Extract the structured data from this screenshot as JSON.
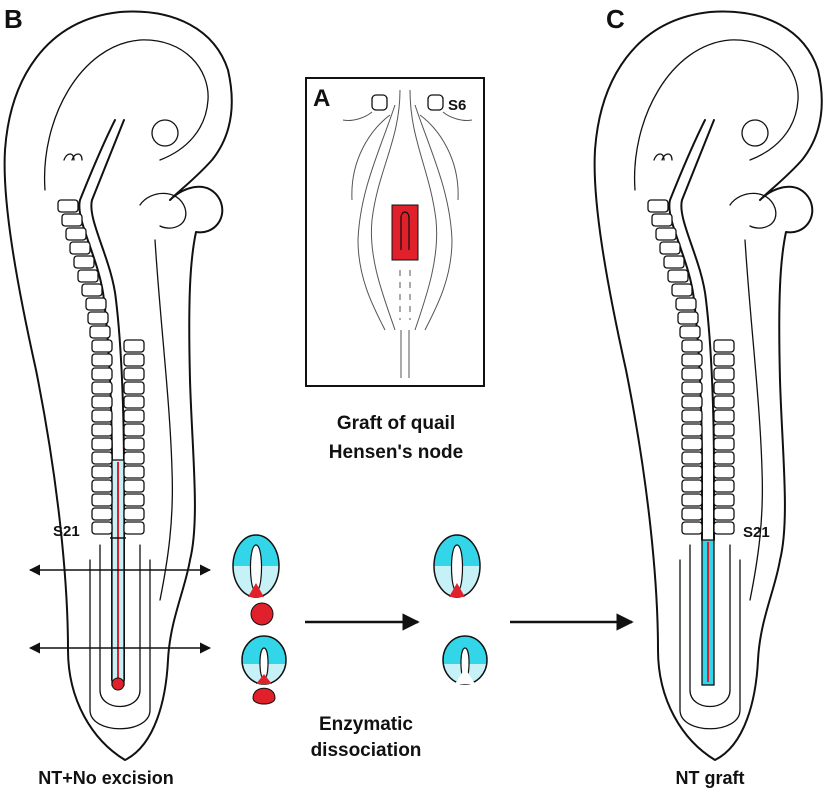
{
  "panels": {
    "a": {
      "letter": "A",
      "stage_label": "S6"
    },
    "b": {
      "letter": "B",
      "stage_label": "S21",
      "caption": "NT+No excision"
    },
    "c": {
      "letter": "C",
      "stage_label": "S21",
      "caption": "NT graft"
    }
  },
  "graft_caption": {
    "line1": "Graft of quail",
    "line2": "Hensen's node"
  },
  "process_caption": {
    "line1": "Enzymatic",
    "line2": "dissociation"
  },
  "colors": {
    "quail_red": "#e0202a",
    "neural_tube_cyan": "#33d6e8",
    "light_cyan": "#c6f2f7",
    "outline": "#111111"
  }
}
